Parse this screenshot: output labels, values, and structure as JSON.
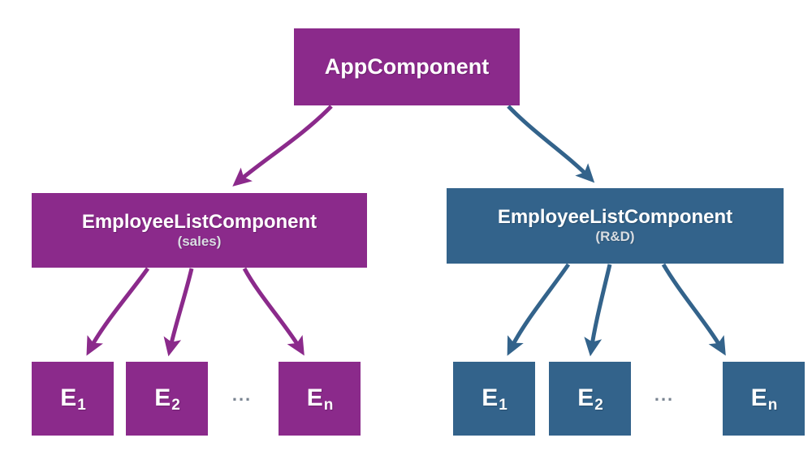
{
  "diagram": {
    "title": "Angular component tree with two EmployeeListComponent instances",
    "colors": {
      "purple": "#8B2A8B",
      "blue": "#33638B",
      "text": "#ffffff",
      "subtitle": "#d9dde2",
      "ellipsis": "#7a8592",
      "background": "#ffffff"
    },
    "root": {
      "label": "AppComponent",
      "color": "purple"
    },
    "branches": [
      {
        "id": "sales",
        "color": "purple",
        "label": "EmployeeListComponent",
        "subtitle": "(sales)",
        "ellipsis": "...",
        "leaves": [
          {
            "letter": "E",
            "index": "1"
          },
          {
            "letter": "E",
            "index": "2"
          },
          {
            "letter": "E",
            "index": "n"
          }
        ]
      },
      {
        "id": "rnd",
        "color": "blue",
        "label": "EmployeeListComponent",
        "subtitle": "(R&D)",
        "ellipsis": "...",
        "leaves": [
          {
            "letter": "E",
            "index": "1"
          },
          {
            "letter": "E",
            "index": "2"
          },
          {
            "letter": "E",
            "index": "n"
          }
        ]
      }
    ]
  }
}
